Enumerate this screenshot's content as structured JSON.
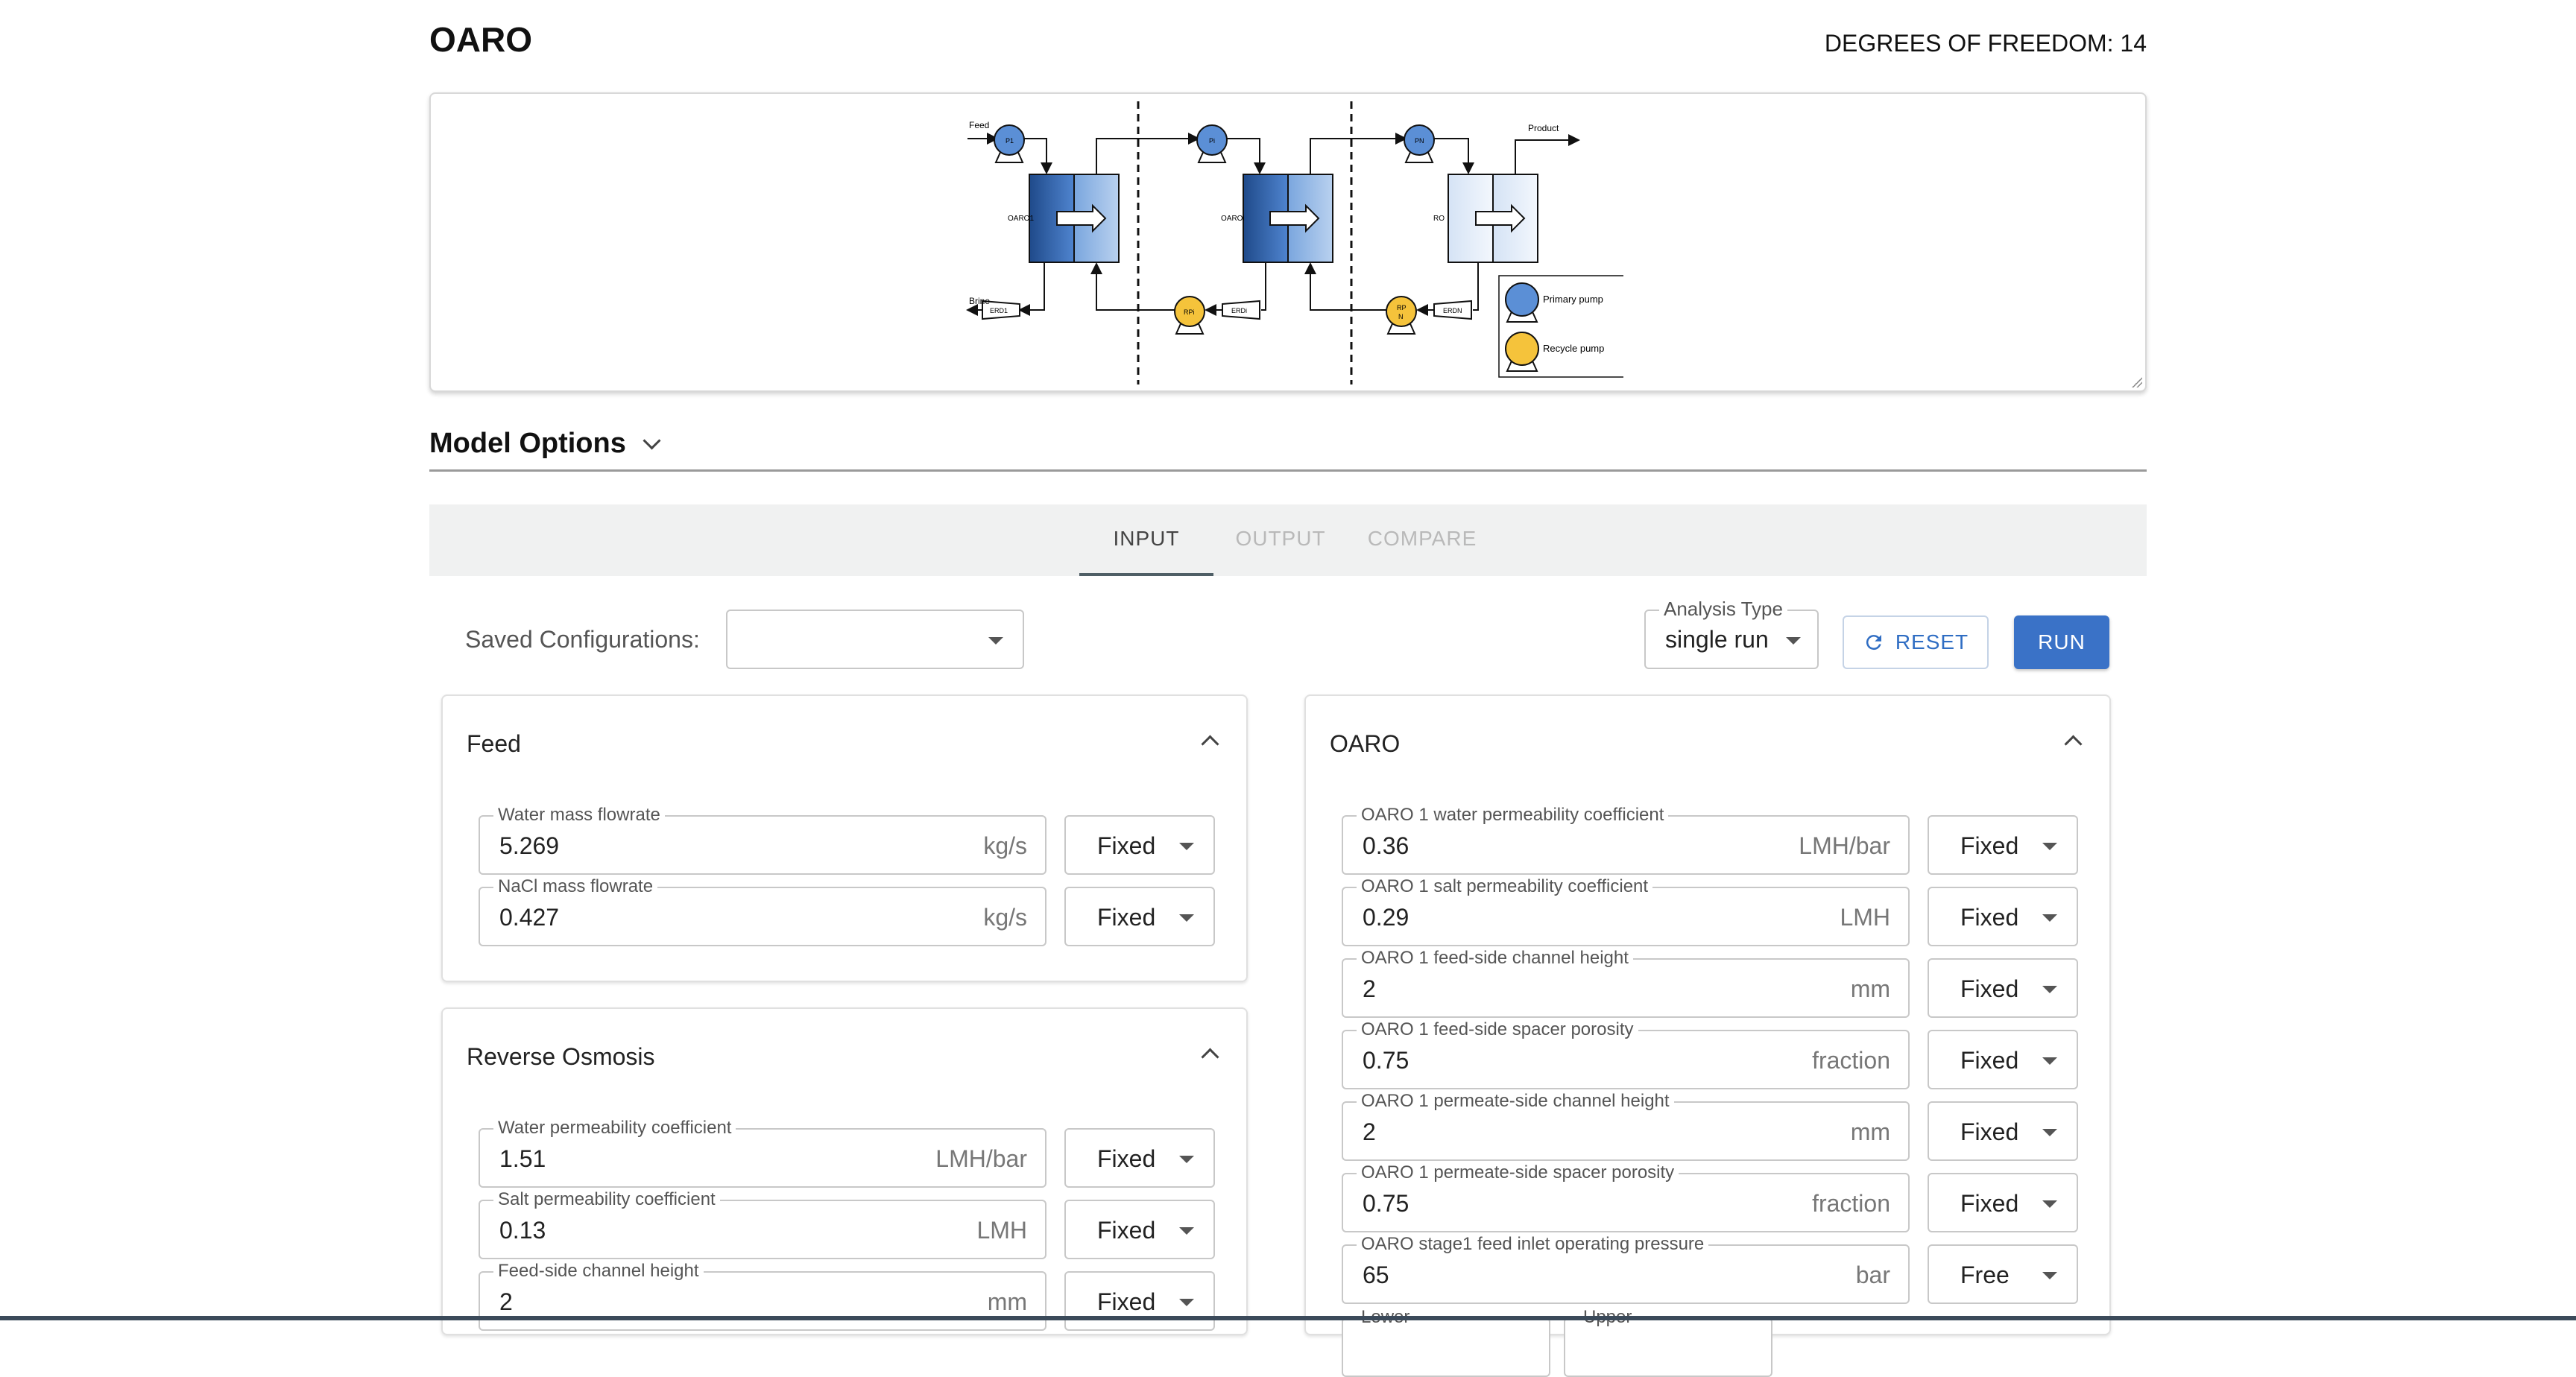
{
  "header": {
    "title": "OARO",
    "degrees_of_freedom": "DEGREES OF FREEDOM: 14"
  },
  "diagram": {
    "labels": {
      "feed": "Feed",
      "product": "Product",
      "brine": "Brine",
      "oaro1": "OARO1",
      "oaroi": "OAROi",
      "ro": "RO",
      "p1": "P1",
      "pi": "Pi",
      "pn": "PN",
      "rpi": "RPi",
      "rpn_top": "RP",
      "rpn_bot": "N",
      "erd1": "ERD1",
      "erdi": "ERDi",
      "erdn": "ERDN",
      "legend_primary": "Primary pump",
      "legend_recycle": "Recycle pump"
    },
    "colors": {
      "primary_pump": "#5b8fd6",
      "recycle_pump": "#f5c33b",
      "dark_module": "#2f5fa3",
      "mid_module": "#8db3e2",
      "light_module": "#dbe7f6"
    }
  },
  "model_options": {
    "label": "Model Options"
  },
  "tabs": [
    {
      "label": "INPUT"
    },
    {
      "label": "OUTPUT"
    },
    {
      "label": "COMPARE"
    }
  ],
  "toolbar": {
    "saved_label": "Saved Configurations:",
    "saved_value": "",
    "analysis_label": "Analysis Type",
    "analysis_value": "single run",
    "reset_label": "RESET",
    "run_label": "RUN"
  },
  "feed": {
    "title": "Feed",
    "fields": [
      {
        "label": "Water mass flowrate",
        "value": "5.269",
        "unit": "kg/s",
        "mode": "Fixed"
      },
      {
        "label": "NaCl mass flowrate",
        "value": "0.427",
        "unit": "kg/s",
        "mode": "Fixed"
      }
    ]
  },
  "ro": {
    "title": "Reverse Osmosis",
    "fields": [
      {
        "label": "Water permeability coefficient",
        "value": "1.51",
        "unit": "LMH/bar",
        "mode": "Fixed"
      },
      {
        "label": "Salt permeability coefficient",
        "value": "0.13",
        "unit": "LMH",
        "mode": "Fixed"
      },
      {
        "label": "Feed-side channel height",
        "value": "2",
        "unit": "mm",
        "mode": "Fixed"
      }
    ]
  },
  "oaro": {
    "title": "OARO",
    "fields": [
      {
        "label": "OARO 1 water permeability coefficient",
        "value": "0.36",
        "unit": "LMH/bar",
        "mode": "Fixed"
      },
      {
        "label": "OARO 1 salt permeability coefficient",
        "value": "0.29",
        "unit": "LMH",
        "mode": "Fixed"
      },
      {
        "label": "OARO 1 feed-side channel height",
        "value": "2",
        "unit": "mm",
        "mode": "Fixed"
      },
      {
        "label": "OARO 1 feed-side spacer porosity",
        "value": "0.75",
        "unit": "fraction",
        "mode": "Fixed"
      },
      {
        "label": "OARO 1 permeate-side channel height",
        "value": "2",
        "unit": "mm",
        "mode": "Fixed"
      },
      {
        "label": "OARO 1 permeate-side spacer porosity",
        "value": "0.75",
        "unit": "fraction",
        "mode": "Fixed"
      },
      {
        "label": "OARO stage1 feed inlet operating pressure",
        "value": "65",
        "unit": "bar",
        "mode": "Free"
      }
    ],
    "bounds": {
      "lower": "Lower",
      "upper": "Upper"
    }
  }
}
